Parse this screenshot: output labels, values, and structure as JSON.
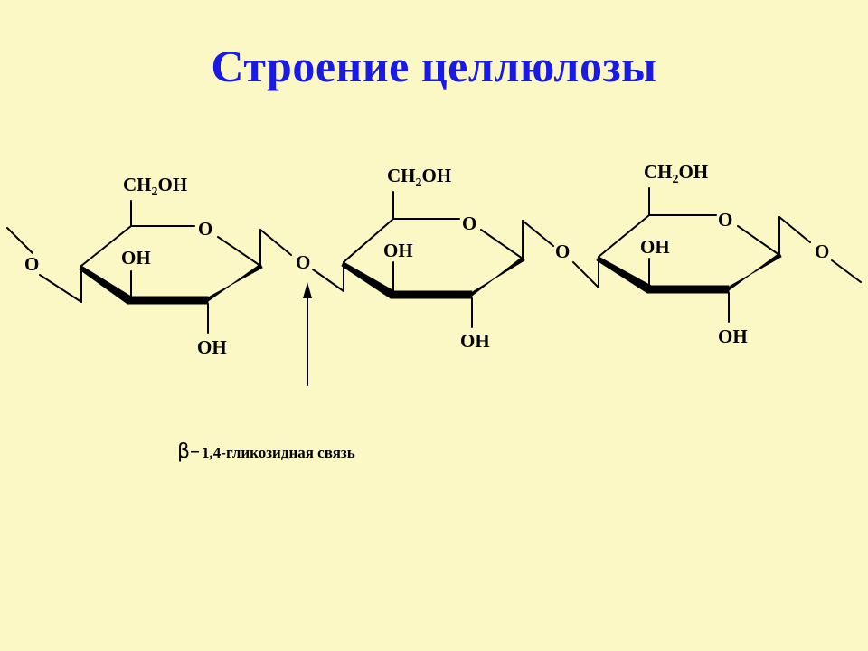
{
  "slide": {
    "title": "Строение целлюлозы"
  },
  "labels": {
    "ch2oh_prefix": "CH",
    "ch2oh_sub": "2",
    "ch2oh_suffix": "OH",
    "ring_oxygen": "O",
    "bridge_oxygen": "O",
    "hydroxyl": "OH"
  },
  "caption": {
    "beta": "β–",
    "text": "1,4-гликозидная связь"
  }
}
